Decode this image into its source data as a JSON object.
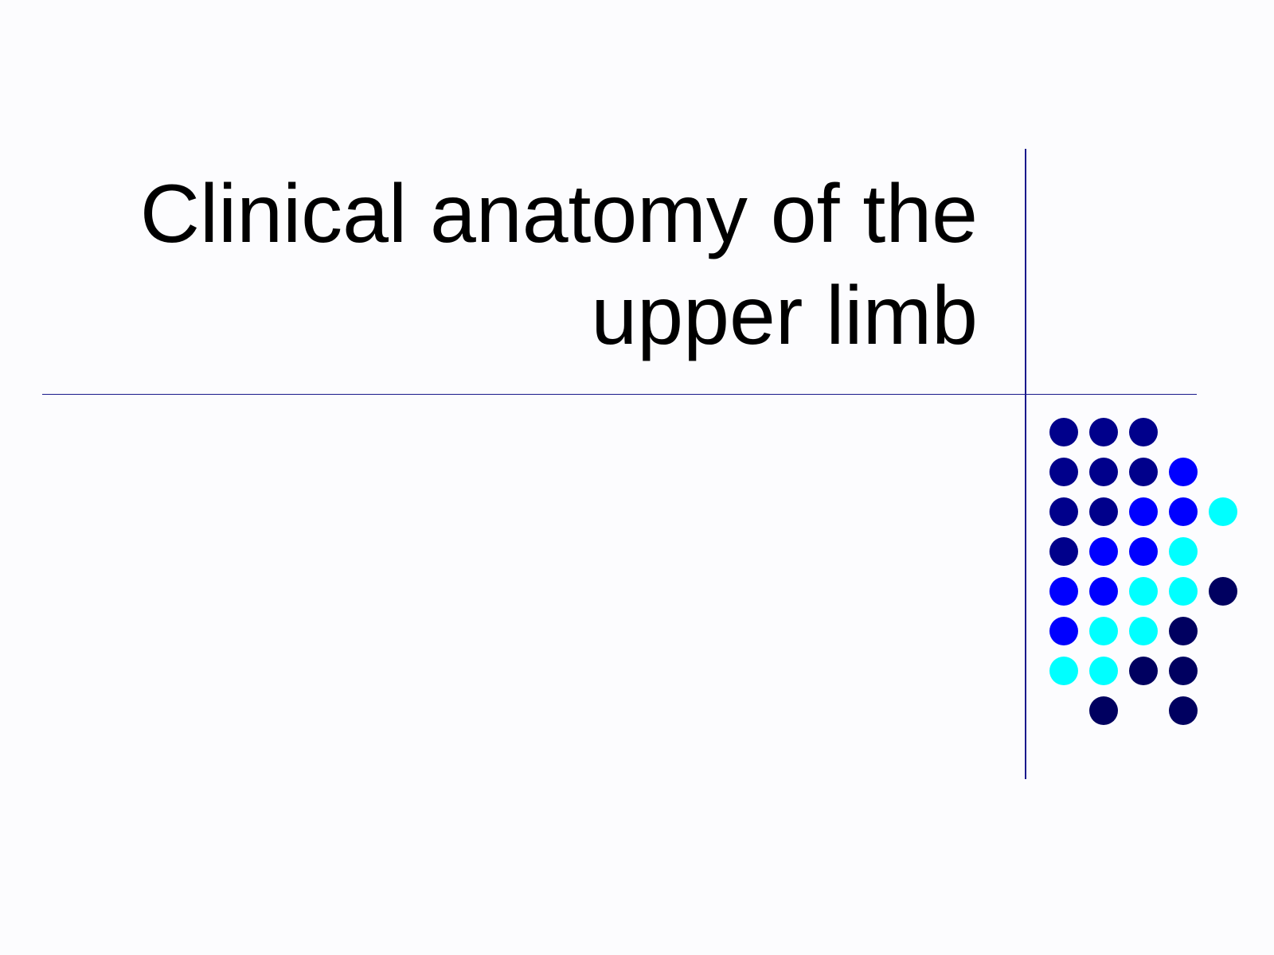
{
  "slide": {
    "title_lines": [
      "Clinical anatomy of the",
      "upper limb"
    ]
  },
  "colors": {
    "background": "#fcfcfe",
    "rule": "#1a1a8c",
    "dot_navy": "#00008b",
    "dot_blue": "#0000ff",
    "dot_cyan": "#00ffff",
    "dot_dark": "#000060"
  },
  "dot_pattern": [
    [
      "navy",
      "navy",
      "navy",
      null,
      null
    ],
    [
      "navy",
      "navy",
      "navy",
      "blue",
      null
    ],
    [
      "navy",
      "navy",
      "blue",
      "blue",
      "cyan"
    ],
    [
      "navy",
      "blue",
      "blue",
      "cyan",
      null
    ],
    [
      "blue",
      "blue",
      "cyan",
      "cyan",
      "dark"
    ],
    [
      "blue",
      "cyan",
      "cyan",
      "dark",
      null
    ],
    [
      "cyan",
      "cyan",
      "dark",
      "dark",
      null
    ],
    [
      null,
      "dark",
      null,
      "dark",
      null
    ]
  ]
}
